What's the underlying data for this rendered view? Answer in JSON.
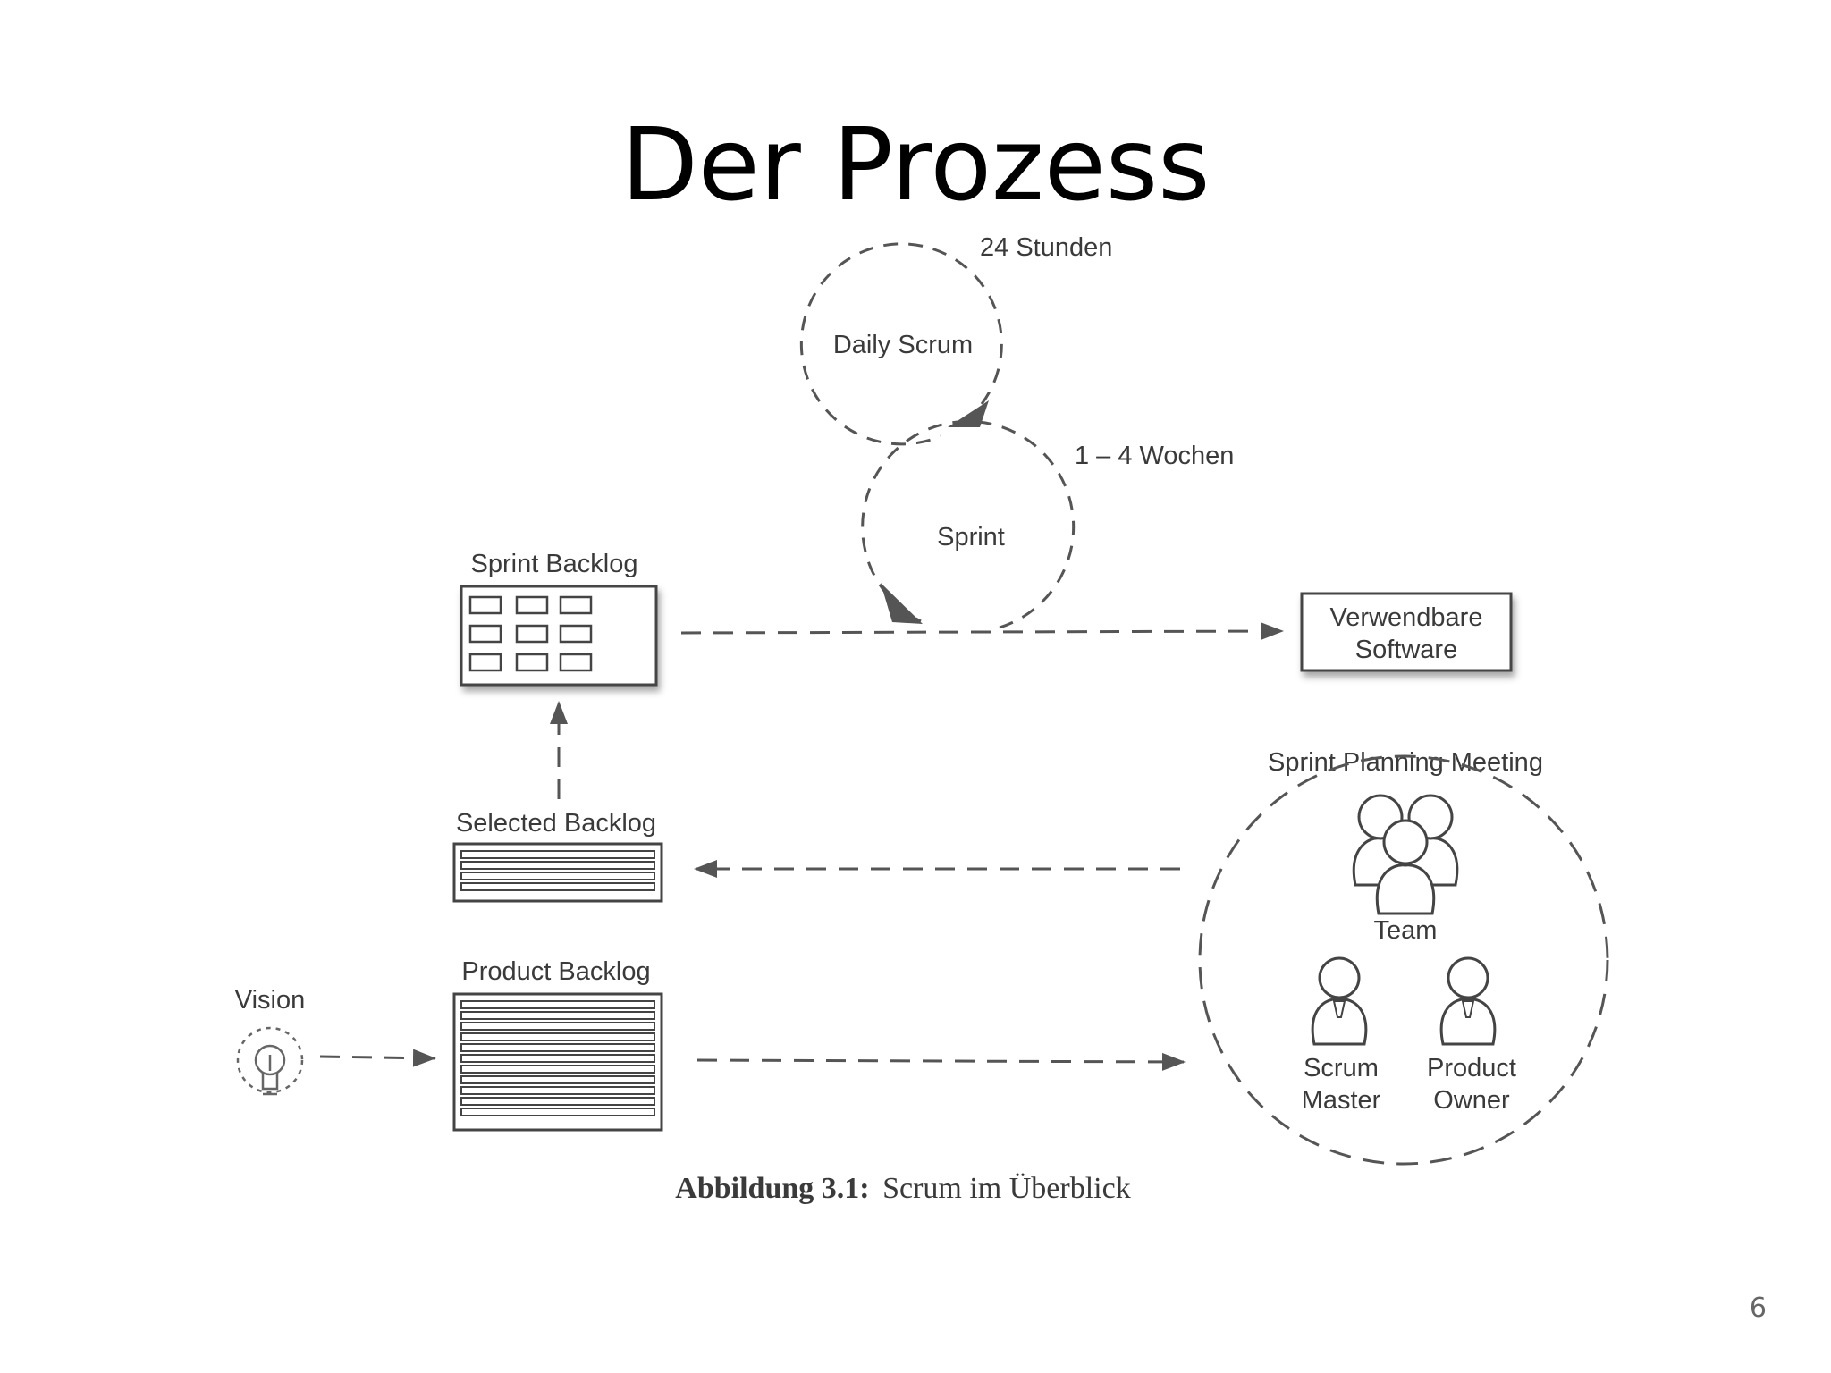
{
  "slide": {
    "title": "Der Prozess",
    "page_number": "6"
  },
  "diagram": {
    "daily_scrum": {
      "label": "Daily Scrum",
      "duration": "24 Stunden"
    },
    "sprint": {
      "label": "Sprint",
      "duration": "1 – 4 Wochen"
    },
    "sprint_backlog": "Sprint Backlog",
    "selected_backlog": "Selected Backlog",
    "product_backlog": "Product Backlog",
    "vision": "Vision",
    "output": {
      "line1": "Verwendbare",
      "line2": "Software"
    },
    "planning_meeting": {
      "title": "Sprint Planning Meeting",
      "team": "Team",
      "scrum_master": {
        "line1": "Scrum",
        "line2": "Master"
      },
      "product_owner": {
        "line1": "Product",
        "line2": "Owner"
      }
    },
    "caption": {
      "bold": "Abbildung 3.1:",
      "text": "Scrum im Überblick"
    },
    "icons": [
      "lightbulb-icon",
      "team-icon",
      "scrum-master-icon",
      "product-owner-icon"
    ]
  }
}
